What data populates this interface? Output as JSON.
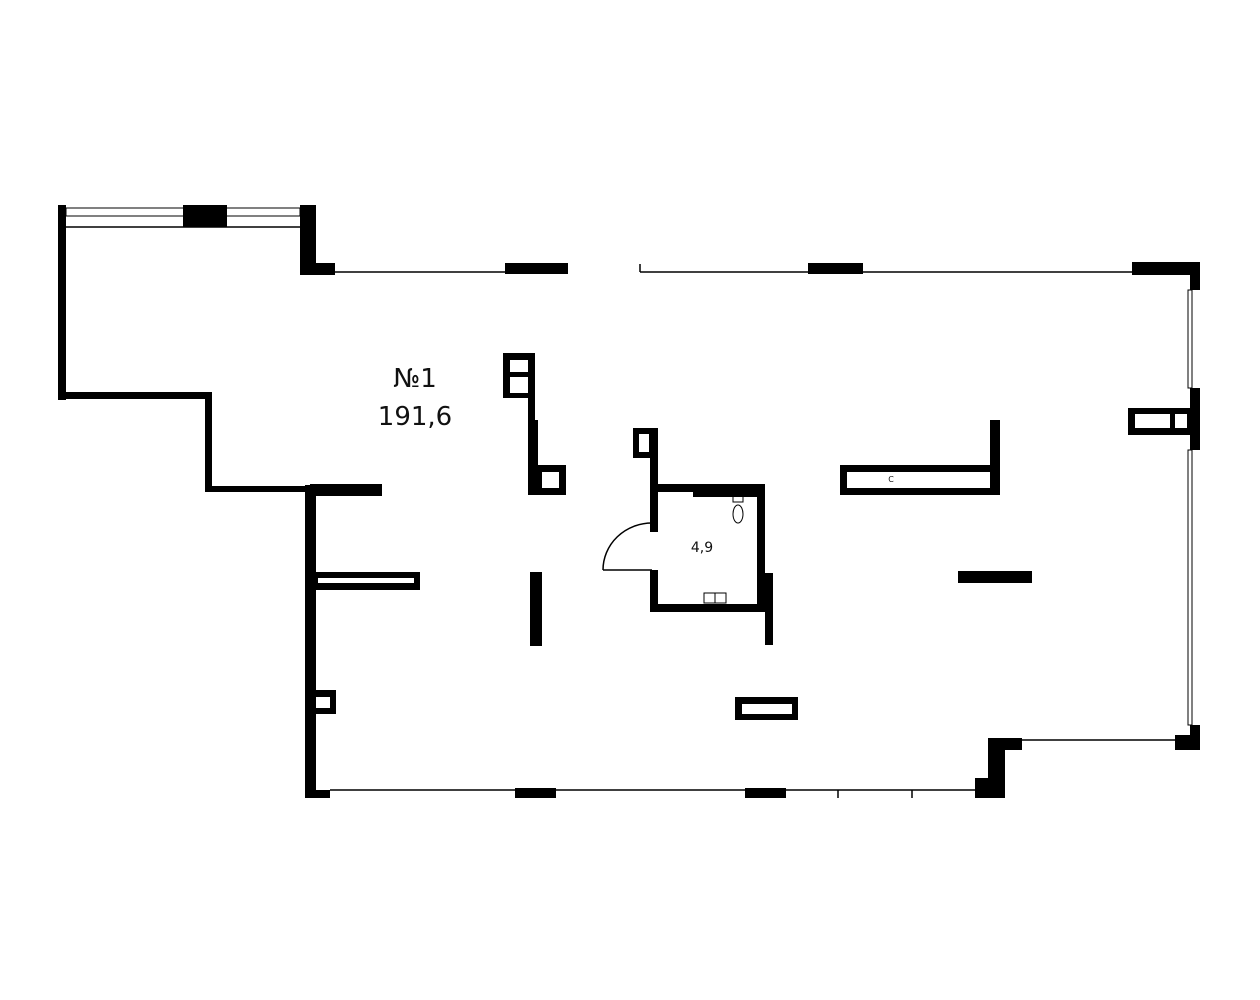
{
  "plan": {
    "rooms": [
      {
        "number": "№1",
        "area": "191,6"
      },
      {
        "area": "4,9"
      }
    ],
    "fixture_label": "С",
    "colors": {
      "wall": "#000000",
      "background": "#ffffff"
    }
  }
}
